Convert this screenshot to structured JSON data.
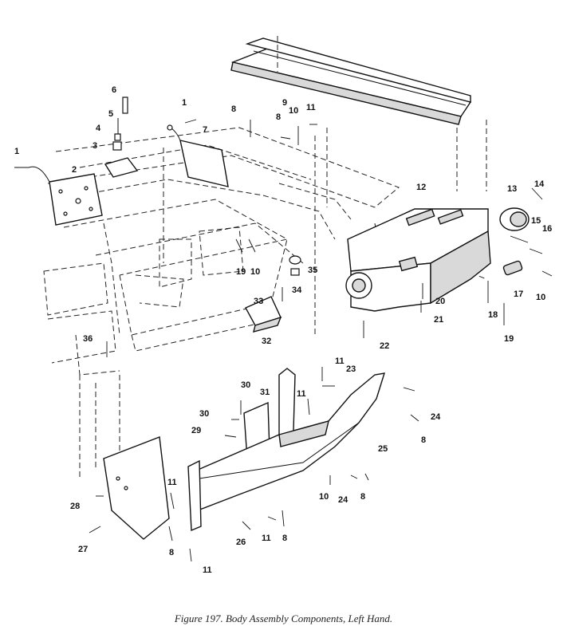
{
  "figure": {
    "caption": "Figure 197. Body Assembly Components, Left Hand."
  },
  "callouts": [
    {
      "id": "c1a",
      "text": "1"
    },
    {
      "id": "c2",
      "text": "2"
    },
    {
      "id": "c3",
      "text": "3"
    },
    {
      "id": "c4",
      "text": "4"
    },
    {
      "id": "c5",
      "text": "5"
    },
    {
      "id": "c6",
      "text": "6"
    },
    {
      "id": "c1b",
      "text": "1"
    },
    {
      "id": "c7",
      "text": "7"
    },
    {
      "id": "c8a",
      "text": "8"
    },
    {
      "id": "c9",
      "text": "9"
    },
    {
      "id": "c8b",
      "text": "8"
    },
    {
      "id": "c10a",
      "text": "10"
    },
    {
      "id": "c11a",
      "text": "11"
    },
    {
      "id": "c12",
      "text": "12"
    },
    {
      "id": "c13",
      "text": "13"
    },
    {
      "id": "c14",
      "text": "14"
    },
    {
      "id": "c15",
      "text": "15"
    },
    {
      "id": "c16",
      "text": "16"
    },
    {
      "id": "c17",
      "text": "17"
    },
    {
      "id": "c10b",
      "text": "10"
    },
    {
      "id": "c18",
      "text": "18"
    },
    {
      "id": "c19a",
      "text": "19"
    },
    {
      "id": "c20",
      "text": "20"
    },
    {
      "id": "c21",
      "text": "21"
    },
    {
      "id": "c22",
      "text": "22"
    },
    {
      "id": "c19b",
      "text": "19"
    },
    {
      "id": "c10c",
      "text": "10"
    },
    {
      "id": "c35",
      "text": "35"
    },
    {
      "id": "c34",
      "text": "34"
    },
    {
      "id": "c33",
      "text": "33"
    },
    {
      "id": "c32",
      "text": "32"
    },
    {
      "id": "c36",
      "text": "36"
    },
    {
      "id": "c11b",
      "text": "11"
    },
    {
      "id": "c23",
      "text": "23"
    },
    {
      "id": "c11c",
      "text": "11"
    },
    {
      "id": "c30a",
      "text": "30"
    },
    {
      "id": "c31",
      "text": "31"
    },
    {
      "id": "c30b",
      "text": "30"
    },
    {
      "id": "c29",
      "text": "29"
    },
    {
      "id": "c24a",
      "text": "24"
    },
    {
      "id": "c8c",
      "text": "8"
    },
    {
      "id": "c25",
      "text": "25"
    },
    {
      "id": "c10d",
      "text": "10"
    },
    {
      "id": "c24b",
      "text": "24"
    },
    {
      "id": "c8d",
      "text": "8"
    },
    {
      "id": "c11d",
      "text": "11"
    },
    {
      "id": "c28",
      "text": "28"
    },
    {
      "id": "c27",
      "text": "27"
    },
    {
      "id": "c8e",
      "text": "8"
    },
    {
      "id": "c26",
      "text": "26"
    },
    {
      "id": "c11e",
      "text": "11"
    },
    {
      "id": "c8f",
      "text": "8"
    },
    {
      "id": "c11f",
      "text": "11"
    }
  ]
}
